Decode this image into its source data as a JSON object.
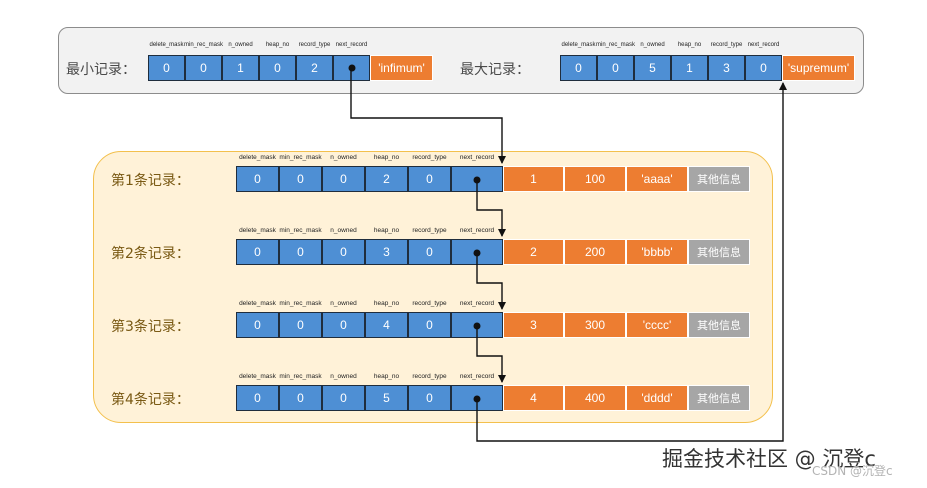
{
  "field_headers": [
    "delete_mask",
    "min_rec_mask",
    "n_owned",
    "heap_no",
    "record_type",
    "next_record"
  ],
  "min_record": {
    "label": "最小记录：",
    "values": [
      "0",
      "0",
      "1",
      "0",
      "2"
    ],
    "data": "'infimum'"
  },
  "max_record": {
    "label": "最大记录：",
    "values": [
      "0",
      "0",
      "5",
      "1",
      "3",
      "0"
    ],
    "data": "'supremum'"
  },
  "records": [
    {
      "label": "第1条记录：",
      "values": [
        "0",
        "0",
        "0",
        "2",
        "0"
      ],
      "id": "1",
      "num": "100",
      "str": "'aaaa'",
      "other": "其他信息"
    },
    {
      "label": "第2条记录：",
      "values": [
        "0",
        "0",
        "0",
        "3",
        "0"
      ],
      "id": "2",
      "num": "200",
      "str": "'bbbb'",
      "other": "其他信息"
    },
    {
      "label": "第3条记录：",
      "values": [
        "0",
        "0",
        "0",
        "4",
        "0"
      ],
      "id": "3",
      "num": "300",
      "str": "'cccc'",
      "other": "其他信息"
    },
    {
      "label": "第4条记录：",
      "values": [
        "0",
        "0",
        "0",
        "5",
        "0"
      ],
      "id": "4",
      "num": "400",
      "str": "'dddd'",
      "other": "其他信息"
    }
  ],
  "colors": {
    "header_cell": "#4e8fd4",
    "data_cell": "#ed7d31",
    "other_cell": "#a6a6a6",
    "records_panel": "#fff2d8",
    "top_panel": "#f2f2f2"
  },
  "watermark": {
    "main": "掘金技术社区 @ 沉登c",
    "csdn": "CSDN @沉登c"
  }
}
